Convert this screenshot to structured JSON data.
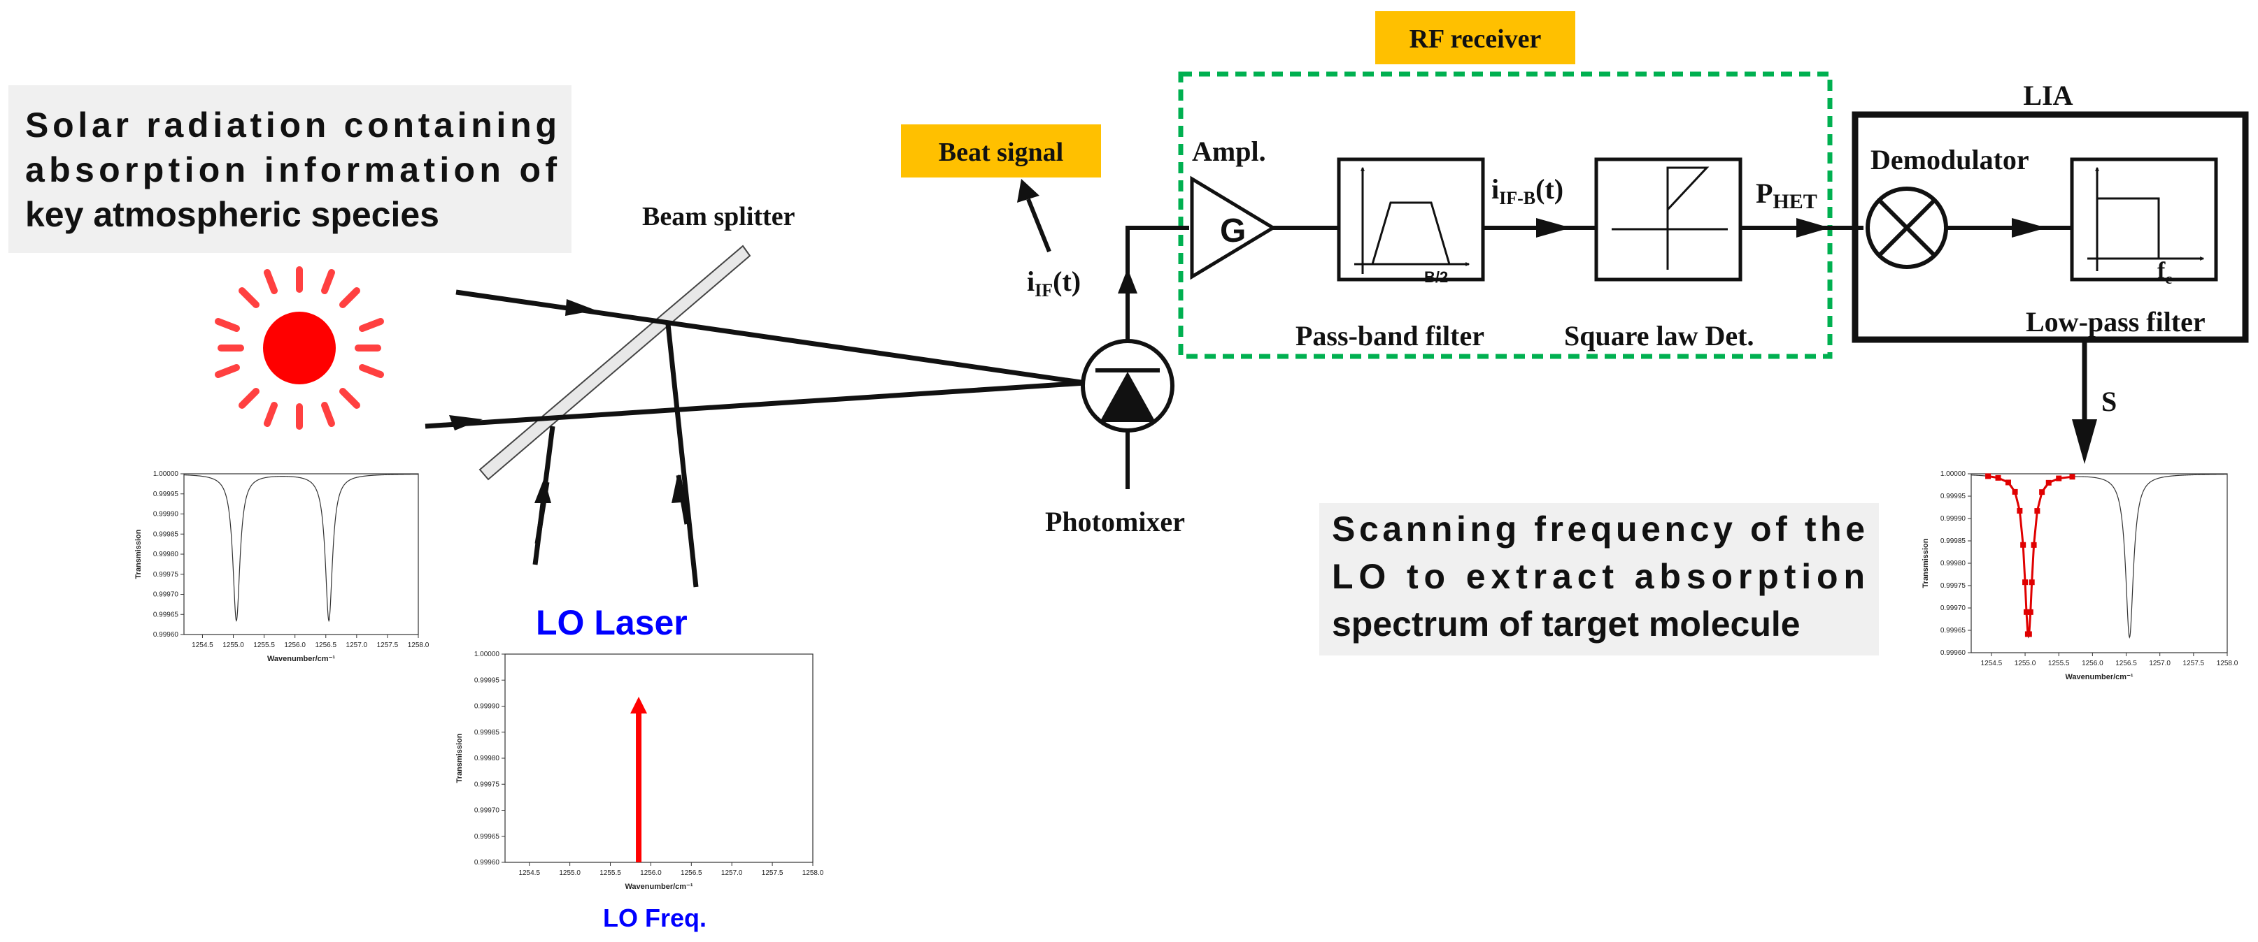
{
  "labels": {
    "solar_text_lines": [
      "Solar radiation containing",
      "absorption information of",
      "key atmospheric species"
    ],
    "beam_splitter": "Beam splitter",
    "beat_signal": "Beat signal",
    "rf_receiver": "RF receiver",
    "lia": "LIA",
    "ampl": "Ampl.",
    "gain": "G",
    "passband_filter": "Pass-band filter",
    "b2": "B/2",
    "square_law": "Square law Det.",
    "demodulator": "Demodulator",
    "lowpass_filter": "Low-pass filter",
    "fc_main": "f",
    "fc_sub": "c",
    "photomixer": "Photomixer",
    "iif_main": "i",
    "iif_sub": "IF",
    "iif_arg": "(t)",
    "iifb_main": "i",
    "iifb_sub": "IF-B",
    "iifb_arg": "(t)",
    "phet_main": "P",
    "phet_sub": "HET",
    "s": "S",
    "lo_laser": "LO Laser",
    "lo_freq": "LO Freq.",
    "scan_text_lines": [
      "Scanning frequency of the",
      "LO to extract absorption",
      "spectrum of target molecule"
    ]
  },
  "colors": {
    "highlight_box": "#f0f0f0",
    "orange_tag": "#ffc000",
    "green_dash": "#00b050",
    "sun_red": "#ff0000",
    "lo_blue": "#0000ff",
    "marker_red": "#e00000"
  },
  "icons": {
    "sun": "sun-icon",
    "photomixer": "photodiode-icon",
    "amplifier": "amplifier-triangle-icon",
    "demodulator": "mixer-circle-x-icon"
  },
  "chart_data": [
    {
      "name": "solar-spectrum",
      "type": "line",
      "xlabel": "Wavenumber/cm⁻¹",
      "ylabel": "Transmission",
      "xlim": [
        1254.2,
        1258.0
      ],
      "ylim": [
        0.9996,
        1.0
      ],
      "xticks": [
        "1254.5",
        "1255.0",
        "1255.5",
        "1256.0",
        "1256.5",
        "1257.0",
        "1257.5",
        "1258.0"
      ],
      "yticks": [
        "0.99960",
        "0.99965",
        "0.99970",
        "0.99975",
        "0.99980",
        "0.99985",
        "0.99990",
        "0.99995",
        "1.00000"
      ],
      "lines": [
        {
          "center": 1255.05,
          "depth": 0.000365,
          "width": 0.07
        },
        {
          "center": 1256.55,
          "depth": 0.000365,
          "width": 0.07
        }
      ]
    },
    {
      "name": "lo-spectrum",
      "type": "bar",
      "xlabel": "Wavenumber/cm⁻¹",
      "ylabel": "Transmission",
      "xlim": [
        1254.2,
        1258.0
      ],
      "ylim": [
        0.9996,
        1.0
      ],
      "xticks": [
        "1254.5",
        "1255.0",
        "1255.5",
        "1256.0",
        "1256.5",
        "1257.0",
        "1257.5",
        "1258.0"
      ],
      "yticks": [
        "0.99960",
        "0.99965",
        "0.99970",
        "0.99975",
        "0.99980",
        "0.99985",
        "0.99990",
        "0.99995",
        "1.00000"
      ],
      "lo_line": {
        "x": 1255.85,
        "y": 0.99991
      }
    },
    {
      "name": "scanned-spectrum",
      "type": "scatter",
      "xlabel": "Wavenumber/cm⁻¹",
      "ylabel": "Transmission",
      "xlim": [
        1254.2,
        1258.0
      ],
      "ylim": [
        0.9996,
        1.0
      ],
      "xticks": [
        "1254.5",
        "1255.0",
        "1255.5",
        "1256.0",
        "1256.5",
        "1257.0",
        "1257.5",
        "1258.0"
      ],
      "yticks": [
        "0.99960",
        "0.99965",
        "0.99970",
        "0.99975",
        "0.99980",
        "0.99985",
        "0.99990",
        "0.99995",
        "1.00000"
      ],
      "lines": [
        {
          "center": 1255.05,
          "depth": 0.000365,
          "width": 0.07
        },
        {
          "center": 1256.55,
          "depth": 0.000365,
          "width": 0.07
        }
      ],
      "points_x": [
        1254.45,
        1254.6,
        1254.75,
        1254.85,
        1254.92,
        1254.97,
        1255.0,
        1255.02,
        1255.04,
        1255.06,
        1255.08,
        1255.1,
        1255.13,
        1255.18,
        1255.25,
        1255.35,
        1255.5,
        1255.7
      ]
    }
  ]
}
